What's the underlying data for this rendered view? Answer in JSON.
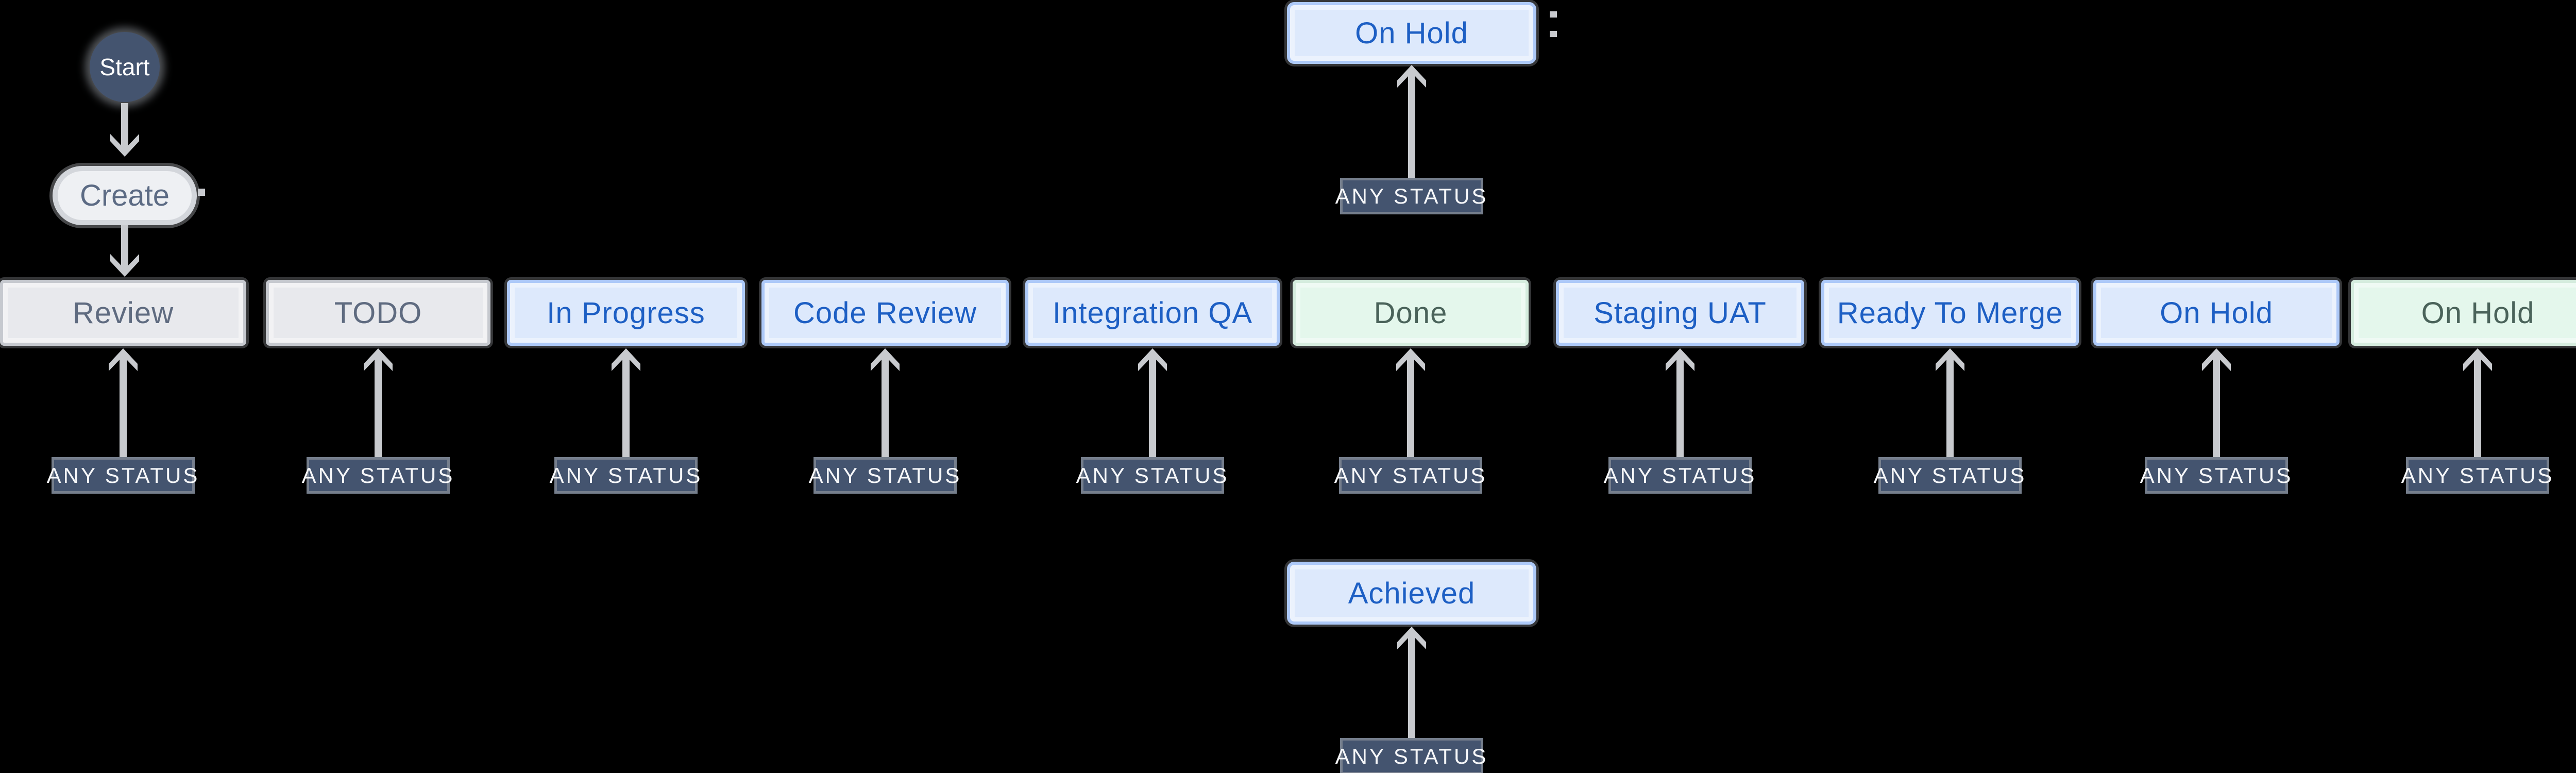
{
  "diagram": {
    "start_label": "Start",
    "create_label": "Create",
    "any_status_label": "ANY STATUS",
    "top_status": {
      "label": "On Hold",
      "kind": "blue"
    },
    "bottom_status": {
      "label": "Achieved",
      "kind": "blue"
    },
    "statuses": [
      {
        "label": "Review",
        "kind": "gray"
      },
      {
        "label": "TODO",
        "kind": "gray"
      },
      {
        "label": "In Progress",
        "kind": "blue"
      },
      {
        "label": "Code Review",
        "kind": "blue"
      },
      {
        "label": "Integration QA",
        "kind": "blue"
      },
      {
        "label": "Done",
        "kind": "green"
      },
      {
        "label": "Staging UAT",
        "kind": "blue"
      },
      {
        "label": "Ready To Merge",
        "kind": "blue"
      },
      {
        "label": "On Hold",
        "kind": "blue"
      },
      {
        "label": "On Hold",
        "kind": "green"
      }
    ],
    "colors": {
      "page-bg": "#000000",
      "blue-bg": "#dde9fc",
      "blue-border": "#adc9f8",
      "blue-text": "#1d5fc4",
      "gray-bg": "#e8e9ed",
      "gray-border": "#c6c9cf",
      "gray-text": "#5f6b80",
      "green-bg": "#e4f7ec",
      "green-border": "#d5ecde",
      "green-text": "#4a635a",
      "dark": "#44546f",
      "dark-text": "#f6f7f9",
      "dark-edge": "#757e8c",
      "arrow": "#c8cace",
      "pill-bg": "#eef0f3",
      "pill-border": "#d3d6db",
      "pill-text": "#5c6b84"
    }
  }
}
